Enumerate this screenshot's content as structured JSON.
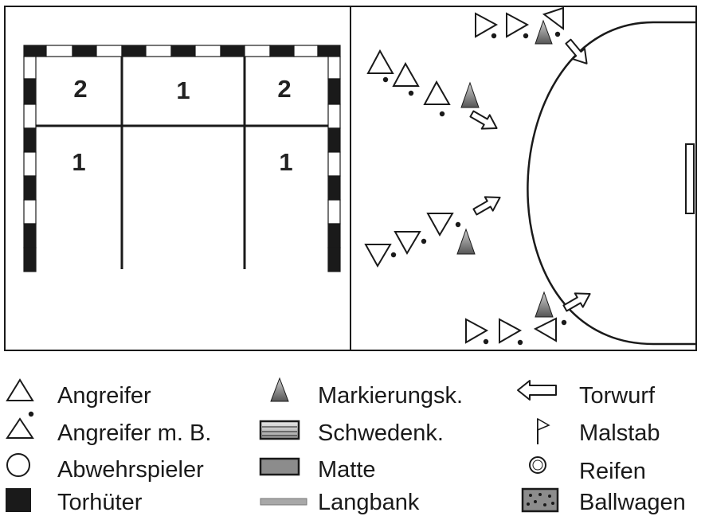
{
  "goal_zones": {
    "top_left": "2",
    "top_center": "1",
    "top_right": "2",
    "bottom_left": "1",
    "bottom_right": "1"
  },
  "legend": {
    "angreifer": "Angreifer",
    "angreifer_mit_ball": "Angreifer m. B.",
    "abwehrspieler": "Abwehrspieler",
    "torhueter": "Torhüter",
    "markierungskegel": "Markierungsk.",
    "schwedenkasten": "Schwedenk.",
    "matte": "Matte",
    "langbank": "Langbank",
    "torwurf": "Torwurf",
    "malstab": "Malstab",
    "reifen": "Reifen",
    "ballwagen": "Ballwagen"
  },
  "colors": {
    "line": "#1a1a1a",
    "cone_light": "#d0d0d0",
    "cone_dark": "#555555",
    "mat": "#8c8c8c",
    "bench": "#a8a8a8"
  }
}
